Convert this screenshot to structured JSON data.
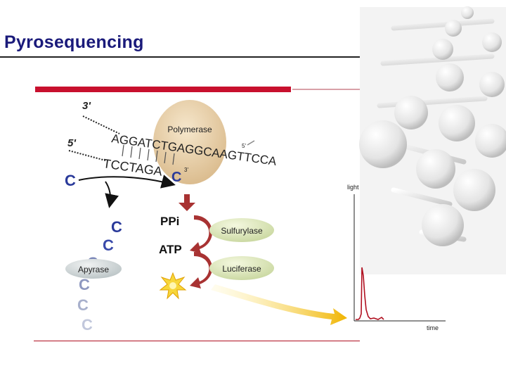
{
  "slide": {
    "title": "Pyrosequencing"
  },
  "diagram": {
    "strand_top_label": "3'",
    "strand_bottom_label": "5'",
    "template_sequence": "AGGATCTGAGGCAAGTTCCA",
    "template_end": "5'",
    "nascent_sequence": "TCCTAGA",
    "nascent_added": "C",
    "nascent_end": "3'",
    "incoming_nucleotide": "C",
    "polymerase_label": "Polymerase",
    "ppi_label": "PPi",
    "atp_label": "ATP",
    "sulfurylase_label": "Sulfurylase",
    "luciferase_label": "Luciferase",
    "apyrase_label": "Apyrase",
    "degraded_nucleotides": [
      "C",
      "C",
      "C",
      "C",
      "C",
      "C"
    ]
  },
  "plot": {
    "ylabel": "light",
    "xlabel": "time"
  },
  "colors": {
    "title": "#1a1a7a",
    "accent_red": "#c8102e",
    "nucleotide_blue": "#2a3a9a",
    "arrow_red": "#a83232",
    "arrow_yellow": "#f0b400",
    "peak": "#b01020"
  }
}
